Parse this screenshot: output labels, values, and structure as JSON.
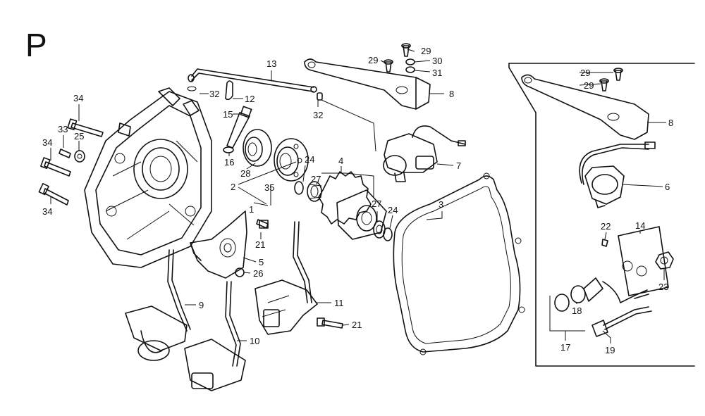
{
  "section_letter": "P",
  "callouts": [
    {
      "id": "l13",
      "text": "13"
    },
    {
      "id": "l32a",
      "text": "32"
    },
    {
      "id": "l12",
      "text": "12"
    },
    {
      "id": "l34a",
      "text": "34"
    },
    {
      "id": "l15",
      "text": "15"
    },
    {
      "id": "l33",
      "text": "33"
    },
    {
      "id": "l25",
      "text": "25"
    },
    {
      "id": "l34b",
      "text": "34"
    },
    {
      "id": "l16",
      "text": "16"
    },
    {
      "id": "l28",
      "text": "28"
    },
    {
      "id": "l2",
      "text": "2"
    },
    {
      "id": "l35",
      "text": "35"
    },
    {
      "id": "l34c",
      "text": "34"
    },
    {
      "id": "l1",
      "text": "1"
    },
    {
      "id": "l32b",
      "text": "32"
    },
    {
      "id": "l29a",
      "text": "29"
    },
    {
      "id": "l29b",
      "text": "29"
    },
    {
      "id": "l30",
      "text": "30"
    },
    {
      "id": "l31",
      "text": "31"
    },
    {
      "id": "l8a",
      "text": "8"
    },
    {
      "id": "l7",
      "text": "7"
    },
    {
      "id": "l24a",
      "text": "24"
    },
    {
      "id": "l4",
      "text": "4"
    },
    {
      "id": "l27a",
      "text": "27"
    },
    {
      "id": "l27b",
      "text": "27"
    },
    {
      "id": "l24b",
      "text": "24"
    },
    {
      "id": "l3",
      "text": "3"
    },
    {
      "id": "l21a",
      "text": "21"
    },
    {
      "id": "l5",
      "text": "5"
    },
    {
      "id": "l26",
      "text": "26"
    },
    {
      "id": "l9",
      "text": "9"
    },
    {
      "id": "l11",
      "text": "11"
    },
    {
      "id": "l21b",
      "text": "21"
    },
    {
      "id": "l10",
      "text": "10"
    },
    {
      "id": "l29c",
      "text": "29"
    },
    {
      "id": "l29d",
      "text": "29"
    },
    {
      "id": "l8b",
      "text": "8"
    },
    {
      "id": "l6",
      "text": "6"
    },
    {
      "id": "l22",
      "text": "22"
    },
    {
      "id": "l14",
      "text": "14"
    },
    {
      "id": "l23",
      "text": "23"
    },
    {
      "id": "l18",
      "text": "18"
    },
    {
      "id": "l17",
      "text": "17"
    },
    {
      "id": "l19",
      "text": "19"
    }
  ]
}
